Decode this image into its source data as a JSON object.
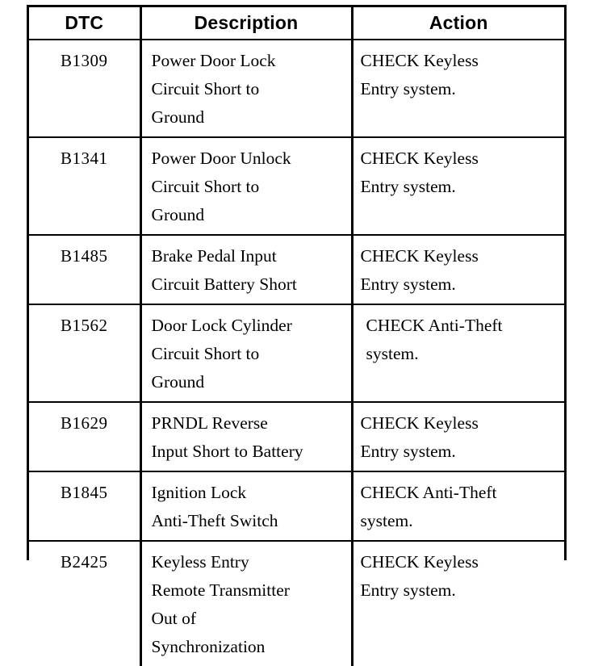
{
  "document": {
    "kind": "diagnostic-trouble-code-table",
    "background_color": "#ffffff",
    "text_color": "#000000"
  },
  "table": {
    "columns": [
      {
        "key": "dtc",
        "label": "DTC"
      },
      {
        "key": "description",
        "label": "Description"
      },
      {
        "key": "action",
        "label": "Action"
      }
    ],
    "rows": [
      {
        "dtc": "B1309",
        "description_lines": [
          "Power Door Lock",
          "Circuit Short to",
          "Ground"
        ],
        "action_lines": [
          "CHECK Keyless",
          "Entry system."
        ],
        "action_indent": false
      },
      {
        "dtc": "B1341",
        "description_lines": [
          "Power Door Unlock",
          "Circuit Short to",
          "Ground"
        ],
        "action_lines": [
          "CHECK Keyless",
          "Entry system."
        ],
        "action_indent": false
      },
      {
        "dtc": "B1485",
        "description_lines": [
          "Brake Pedal Input",
          "Circuit Battery Short"
        ],
        "action_lines": [
          "CHECK Keyless",
          "Entry system."
        ],
        "action_indent": false
      },
      {
        "dtc": "B1562",
        "description_lines": [
          "Door Lock Cylinder",
          "Circuit Short to",
          "Ground"
        ],
        "action_lines": [
          "CHECK Anti-Theft",
          "system."
        ],
        "action_indent": true
      },
      {
        "dtc": "B1629",
        "description_lines": [
          "PRNDL Reverse",
          "Input Short to Battery"
        ],
        "action_lines": [
          "CHECK Keyless",
          "Entry system."
        ],
        "action_indent": false
      },
      {
        "dtc": "B1845",
        "description_lines": [
          "Ignition Lock",
          "Anti-Theft Switch"
        ],
        "action_lines": [
          "CHECK Anti-Theft",
          "system."
        ],
        "action_indent": false
      },
      {
        "dtc": "B2425",
        "description_lines": [
          "Keyless Entry",
          "Remote Transmitter",
          "Out of",
          "Synchronization"
        ],
        "action_lines": [
          "CHECK Keyless",
          "Entry system."
        ],
        "action_indent": false
      }
    ]
  }
}
